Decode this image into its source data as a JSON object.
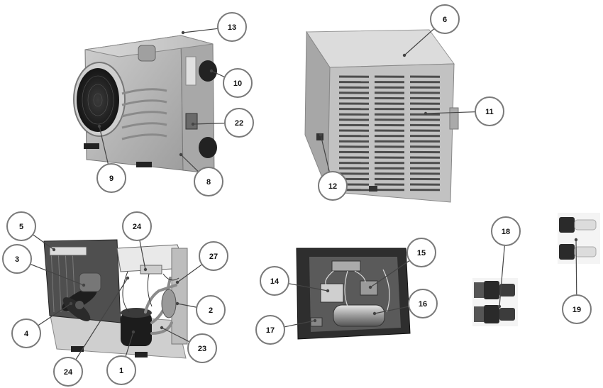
{
  "colors": {
    "background": "#ffffff",
    "unit_body": "#b9b9b9",
    "unit_shadow": "#8c8c8c",
    "grille": "#5a5a5a",
    "dark": "#2b2b2b",
    "callout_fill": "#ffffff",
    "callout_stroke": "#7a7a7a",
    "leader": "#444444"
  },
  "callouts": [
    {
      "id": "13",
      "label": "13"
    },
    {
      "id": "10",
      "label": "10"
    },
    {
      "id": "22",
      "label": "22"
    },
    {
      "id": "9",
      "label": "9"
    },
    {
      "id": "8",
      "label": "8"
    },
    {
      "id": "6",
      "label": "6"
    },
    {
      "id": "11",
      "label": "11"
    },
    {
      "id": "12",
      "label": "12"
    },
    {
      "id": "5",
      "label": "5"
    },
    {
      "id": "24a",
      "label": "24"
    },
    {
      "id": "27",
      "label": "27"
    },
    {
      "id": "3",
      "label": "3"
    },
    {
      "id": "2",
      "label": "2"
    },
    {
      "id": "4",
      "label": "4"
    },
    {
      "id": "23",
      "label": "23"
    },
    {
      "id": "24b",
      "label": "24"
    },
    {
      "id": "1",
      "label": "1"
    },
    {
      "id": "15",
      "label": "15"
    },
    {
      "id": "14",
      "label": "14"
    },
    {
      "id": "16",
      "label": "16"
    },
    {
      "id": "17",
      "label": "17"
    },
    {
      "id": "18",
      "label": "18"
    },
    {
      "id": "19",
      "label": "19"
    }
  ]
}
